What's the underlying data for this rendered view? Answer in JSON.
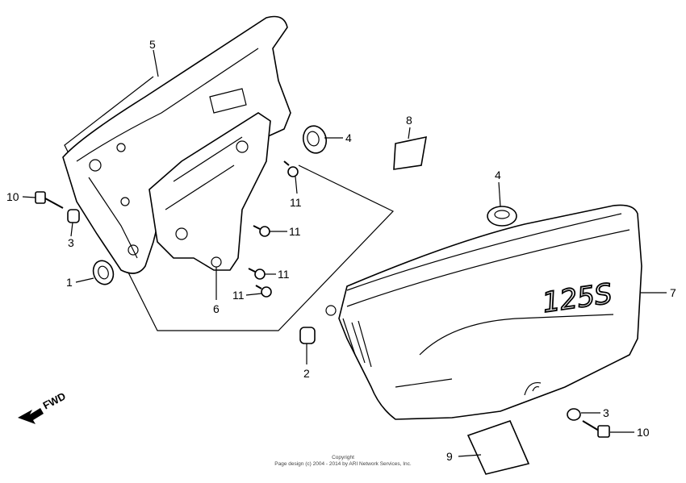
{
  "callouts": {
    "c1": "1",
    "c2": "2",
    "c3a": "3",
    "c3b": "3",
    "c4a": "4",
    "c4b": "4",
    "c5": "5",
    "c6": "6",
    "c7": "7",
    "c8": "8",
    "c9": "9",
    "c10a": "10",
    "c10b": "10",
    "c11a": "11",
    "c11b": "11",
    "c11c": "11",
    "c11d": "11"
  },
  "badge_text": "125S",
  "fwd_label": "FWD",
  "copyright": {
    "line1": "Copyright",
    "line2": "Page design (c) 2004 - 2014 by ARI Network Services, Inc."
  }
}
